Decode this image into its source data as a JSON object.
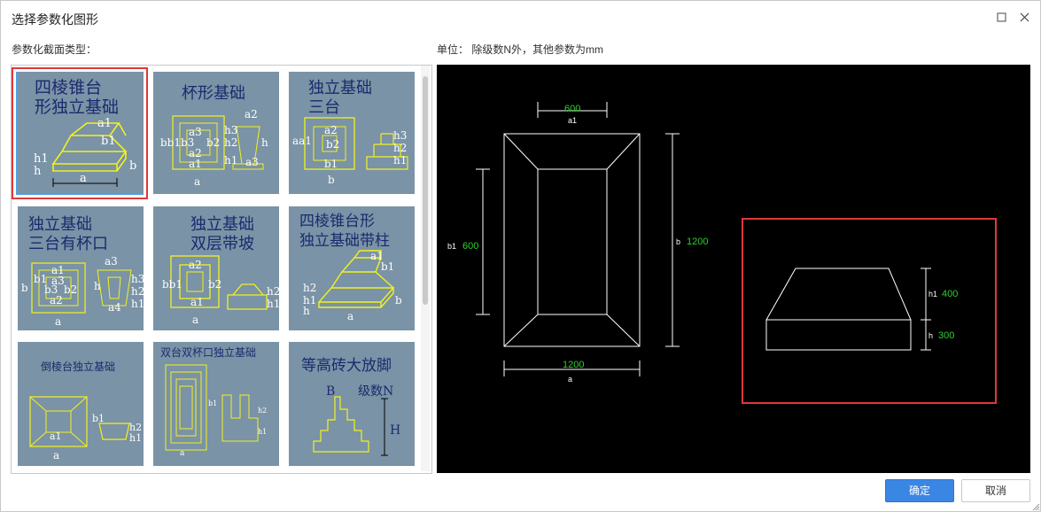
{
  "window": {
    "title": "选择参数化图形"
  },
  "left_panel": {
    "label": "参数化截面类型："
  },
  "right_panel": {
    "label": "单位： 除级数N外，其他参数为mm"
  },
  "thumbnails": [
    {
      "name": "四棱锥台形独立基础",
      "lines": [
        "四棱锥台",
        "形独立基础"
      ],
      "selected": true
    },
    {
      "name": "杯形基础",
      "lines": [
        "杯形基础"
      ]
    },
    {
      "name": "独立基础三台",
      "lines": [
        "独立基础",
        "三台"
      ]
    },
    {
      "name": "独立基础三台有杯口",
      "lines": [
        "独立基础",
        "三台有杯口"
      ]
    },
    {
      "name": "独立基础双层带坡",
      "lines": [
        "独立基础",
        "双层带坡"
      ]
    },
    {
      "name": "四棱锥台形独立基础带柱",
      "lines": [
        "四棱锥台形",
        "独立基础带柱"
      ]
    },
    {
      "name": "倒棱台独立基础",
      "lines": [
        "倒棱台独立基础"
      ]
    },
    {
      "name": "双台双杯口独立基础",
      "lines": [
        "双台双杯口独立基础"
      ]
    },
    {
      "name": "等高砖大放脚",
      "lines": [
        "等高砖大放脚"
      ],
      "sub": [
        "B",
        "级数N",
        "H"
      ]
    }
  ],
  "preview": {
    "plan": {
      "a1": "600",
      "a1_label": "a1",
      "a": "1200",
      "a_label": "a",
      "b1": "600",
      "b1_label": "b1",
      "b": "1200",
      "b_label": "b"
    },
    "section": {
      "h1": "400",
      "h1_label": "h1",
      "h": "300",
      "h_label": "h"
    }
  },
  "buttons": {
    "ok": "确定",
    "cancel": "取消"
  },
  "colors": {
    "accent": "#3a86e4",
    "selection": "#e0383a",
    "thumb_bg": "#7a93a6",
    "line_yellow": "#f2f21e",
    "dim_green": "#2bd12b"
  }
}
